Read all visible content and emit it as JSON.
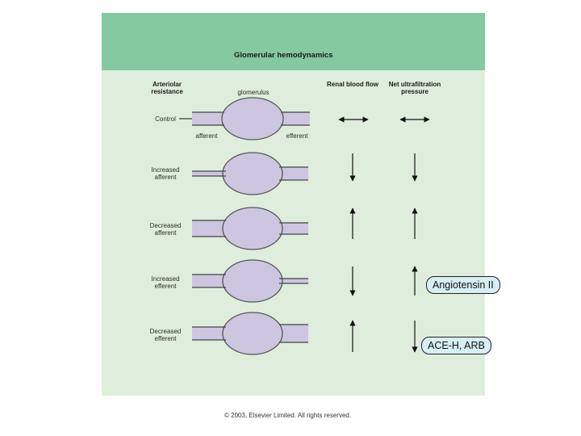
{
  "figure": {
    "title": "Glomerular hemodynamics",
    "columns": {
      "arteriolar_resistance": "Arteriolar resistance",
      "glomerulus": "glomerulus",
      "renal_blood_flow": "Renal blood flow",
      "net_ultrafiltration_pressure": "Net ultrafiltration pressure"
    },
    "rows": [
      {
        "label": "Control",
        "renal_blood_flow": "no change",
        "net_ultrafiltration_pressure": "no change"
      },
      {
        "label": "Increased afferent",
        "renal_blood_flow": "decrease",
        "net_ultrafiltration_pressure": "decrease"
      },
      {
        "label": "Decreased afferent",
        "renal_blood_flow": "increase",
        "net_ultrafiltration_pressure": "increase"
      },
      {
        "label": "Increased efferent",
        "renal_blood_flow": "decrease",
        "net_ultrafiltration_pressure": "increase"
      },
      {
        "label": "Decreased efferent",
        "renal_blood_flow": "increase",
        "net_ultrafiltration_pressure": "decrease"
      }
    ],
    "vessel_labels": {
      "afferent": "afferent",
      "efferent": "efferent"
    }
  },
  "callouts": {
    "angiotensin": "Angiotensin II",
    "ace": "ACE-H, ARB"
  },
  "copyright": "© 2003, Elsevier Limited. All rights reserved.",
  "colors": {
    "header": "#84c9a0",
    "panel": "#dfeedc",
    "glomerulus": "#cdc6e0",
    "callout": "#d7eef4"
  }
}
